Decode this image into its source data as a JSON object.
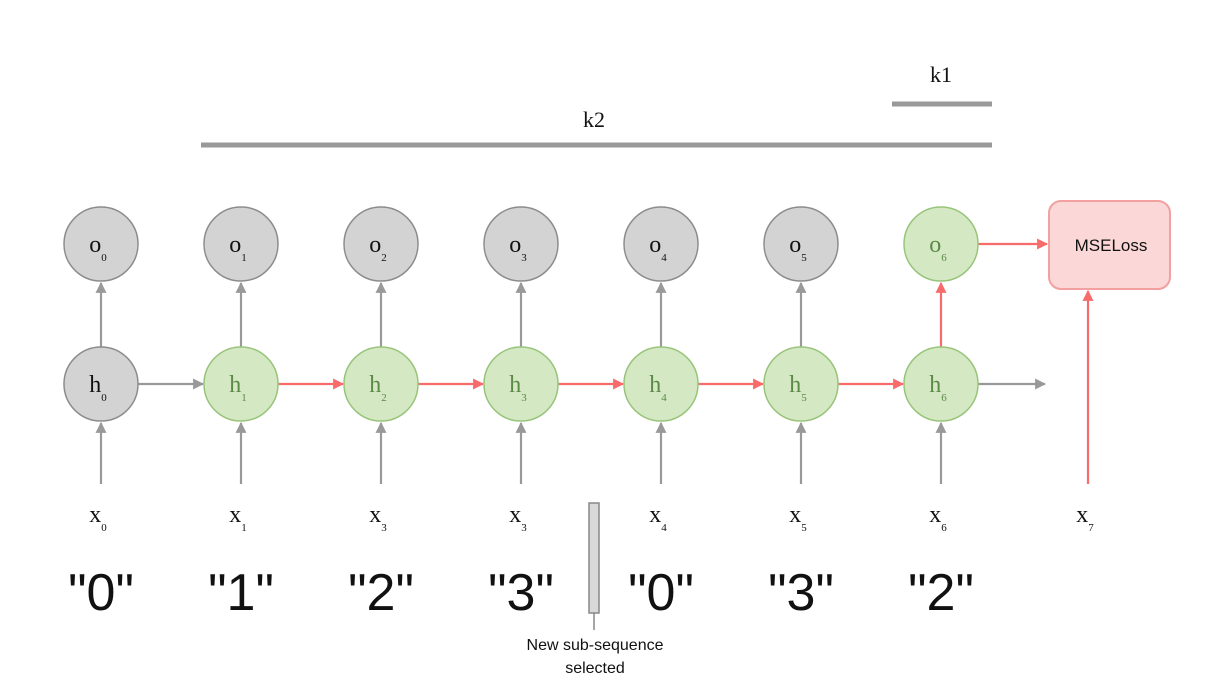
{
  "window_labels": {
    "k1": "k1",
    "k2": "k2"
  },
  "outputs": [
    {
      "base": "o",
      "sub": "0"
    },
    {
      "base": "o",
      "sub": "1"
    },
    {
      "base": "o",
      "sub": "2"
    },
    {
      "base": "o",
      "sub": "3"
    },
    {
      "base": "o",
      "sub": "4"
    },
    {
      "base": "o",
      "sub": "5"
    },
    {
      "base": "o",
      "sub": "6"
    }
  ],
  "hidden": [
    {
      "base": "h",
      "sub": "0"
    },
    {
      "base": "h",
      "sub": "1"
    },
    {
      "base": "h",
      "sub": "2"
    },
    {
      "base": "h",
      "sub": "3"
    },
    {
      "base": "h",
      "sub": "4"
    },
    {
      "base": "h",
      "sub": "5"
    },
    {
      "base": "h",
      "sub": "6"
    }
  ],
  "inputs": [
    {
      "base": "x",
      "sub": "0"
    },
    {
      "base": "x",
      "sub": "1"
    },
    {
      "base": "x",
      "sub": "3"
    },
    {
      "base": "x",
      "sub": "3"
    },
    {
      "base": "x",
      "sub": "4"
    },
    {
      "base": "x",
      "sub": "5"
    },
    {
      "base": "x",
      "sub": "6"
    },
    {
      "base": "x",
      "sub": "7"
    }
  ],
  "tokens": [
    "\"0\"",
    "\"1\"",
    "\"2\"",
    "\"3\"",
    "\"0\"",
    "\"3\"",
    "\"2\""
  ],
  "loss_label": "MSELoss",
  "marker_caption": [
    "New sub-sequence",
    "selected"
  ],
  "colors": {
    "gray_fill": "#d3d3d3",
    "gray_stroke": "#8c8c8c",
    "green_fill": "#d5e8c4",
    "green_stroke": "#98c47a",
    "green_text": "#5a8a46",
    "red": "#f76b6b",
    "loss_fill": "#fbd7d7",
    "loss_stroke": "#f2a0a0",
    "line_gray": "#999999"
  }
}
